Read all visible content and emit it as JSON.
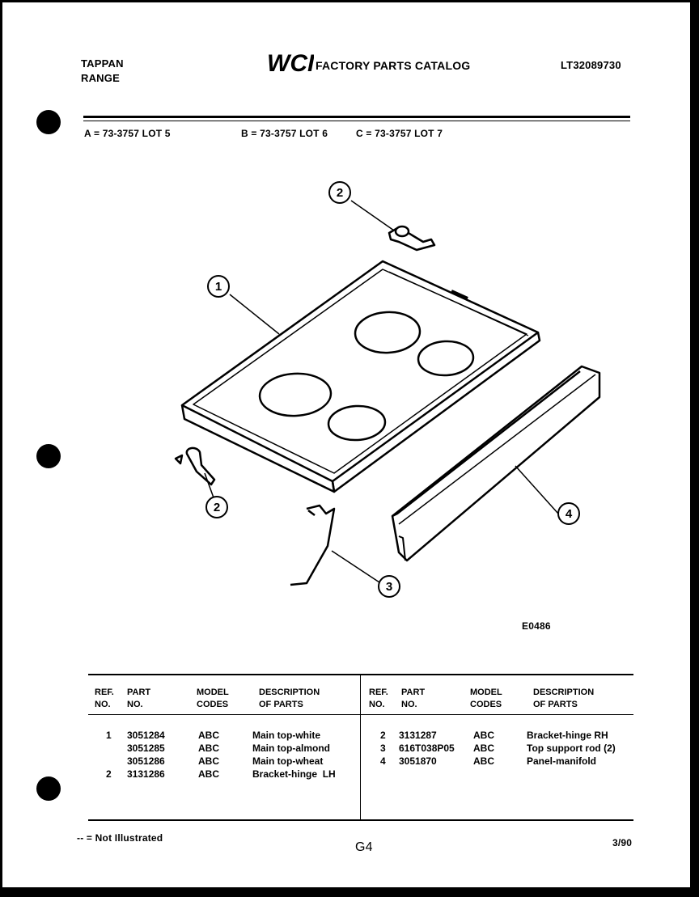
{
  "header": {
    "brand_line1": "TAPPAN",
    "brand_line2": "RANGE",
    "logo_text": "WCI",
    "catalog_title": "FACTORY PARTS CATALOG",
    "catalog_number": "LT32089730"
  },
  "lots": {
    "a": "A = 73-3757 LOT 5",
    "b": "B = 73-3757 LOT 6",
    "c": "C = 73-3757 LOT 7"
  },
  "diagram": {
    "callouts": [
      "1",
      "2",
      "2",
      "3",
      "4"
    ],
    "drawing_code": "E0486"
  },
  "table": {
    "headers": {
      "ref": [
        "REF.",
        "NO."
      ],
      "part": [
        "PART",
        "NO."
      ],
      "model": [
        "MODEL",
        "CODES"
      ],
      "desc": [
        "DESCRIPTION",
        "OF PARTS"
      ]
    },
    "left_rows": [
      {
        "ref": "1",
        "part": "3051284",
        "model": "ABC",
        "desc": "Main top-white"
      },
      {
        "ref": "",
        "part": "3051285",
        "model": "ABC",
        "desc": "Main top-almond"
      },
      {
        "ref": "",
        "part": "3051286",
        "model": "ABC",
        "desc": "Main top-wheat"
      },
      {
        "ref": "2",
        "part": "3131286",
        "model": "ABC",
        "desc": "Bracket-hinge  LH"
      }
    ],
    "right_rows": [
      {
        "ref": "2",
        "part": "3131287",
        "model": "ABC",
        "desc": "Bracket-hinge RH"
      },
      {
        "ref": "3",
        "part": "616T038P05",
        "model": "ABC",
        "desc": "Top support rod (2)"
      },
      {
        "ref": "4",
        "part": "3051870",
        "model": "ABC",
        "desc": "Panel-manifold"
      }
    ]
  },
  "footer": {
    "not_illustrated": "-- = Not Illustrated",
    "page_code": "G4",
    "date": "3/90"
  }
}
